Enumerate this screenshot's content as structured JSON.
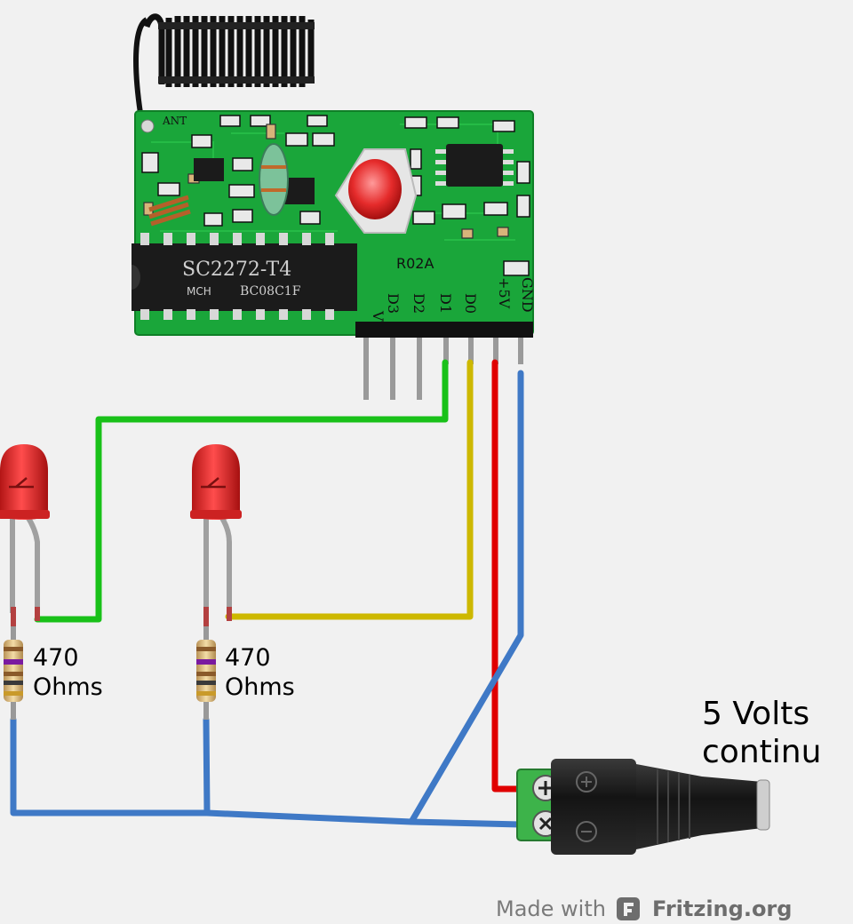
{
  "module": {
    "chip_text": "SC2272-T4",
    "chip_sub1": "MCH",
    "chip_sub2": "BC08C1F",
    "board_label": "R02A",
    "antenna_label": "ANT",
    "pins": [
      "VT",
      "D3",
      "D2",
      "D1",
      "D0",
      "+5V",
      "GND"
    ]
  },
  "resistors": [
    {
      "value": "470",
      "unit": "Ohms"
    },
    {
      "value": "470",
      "unit": "Ohms"
    }
  ],
  "power": {
    "line1": "5 Volts",
    "line2": "continu"
  },
  "footer": {
    "made_with": "Made with",
    "brand": "Fritzing.org"
  },
  "colors": {
    "green_wire": "#19c119",
    "yellow_wire": "#cdb800",
    "red_wire": "#e00000",
    "blue_wire": "#3f79c6",
    "pcb": "#1aa63a",
    "led": "#e53030"
  }
}
